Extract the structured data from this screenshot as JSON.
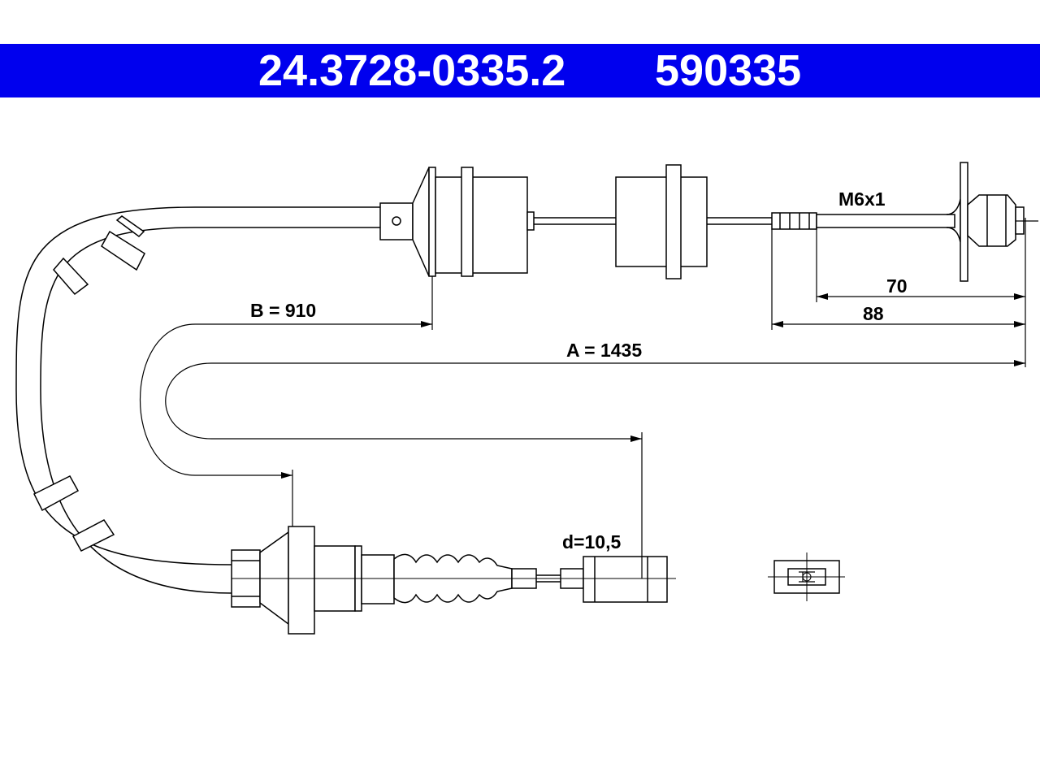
{
  "header": {
    "part_number": "24.3728-0335.2",
    "reference": "590335",
    "background_color": "#0000ee"
  },
  "dimensions": {
    "thread": "M6x1",
    "len_70": "70",
    "len_88": "88",
    "b_label": "B = 910",
    "a_label": "A = 1435",
    "d_label": "d=10,5"
  }
}
